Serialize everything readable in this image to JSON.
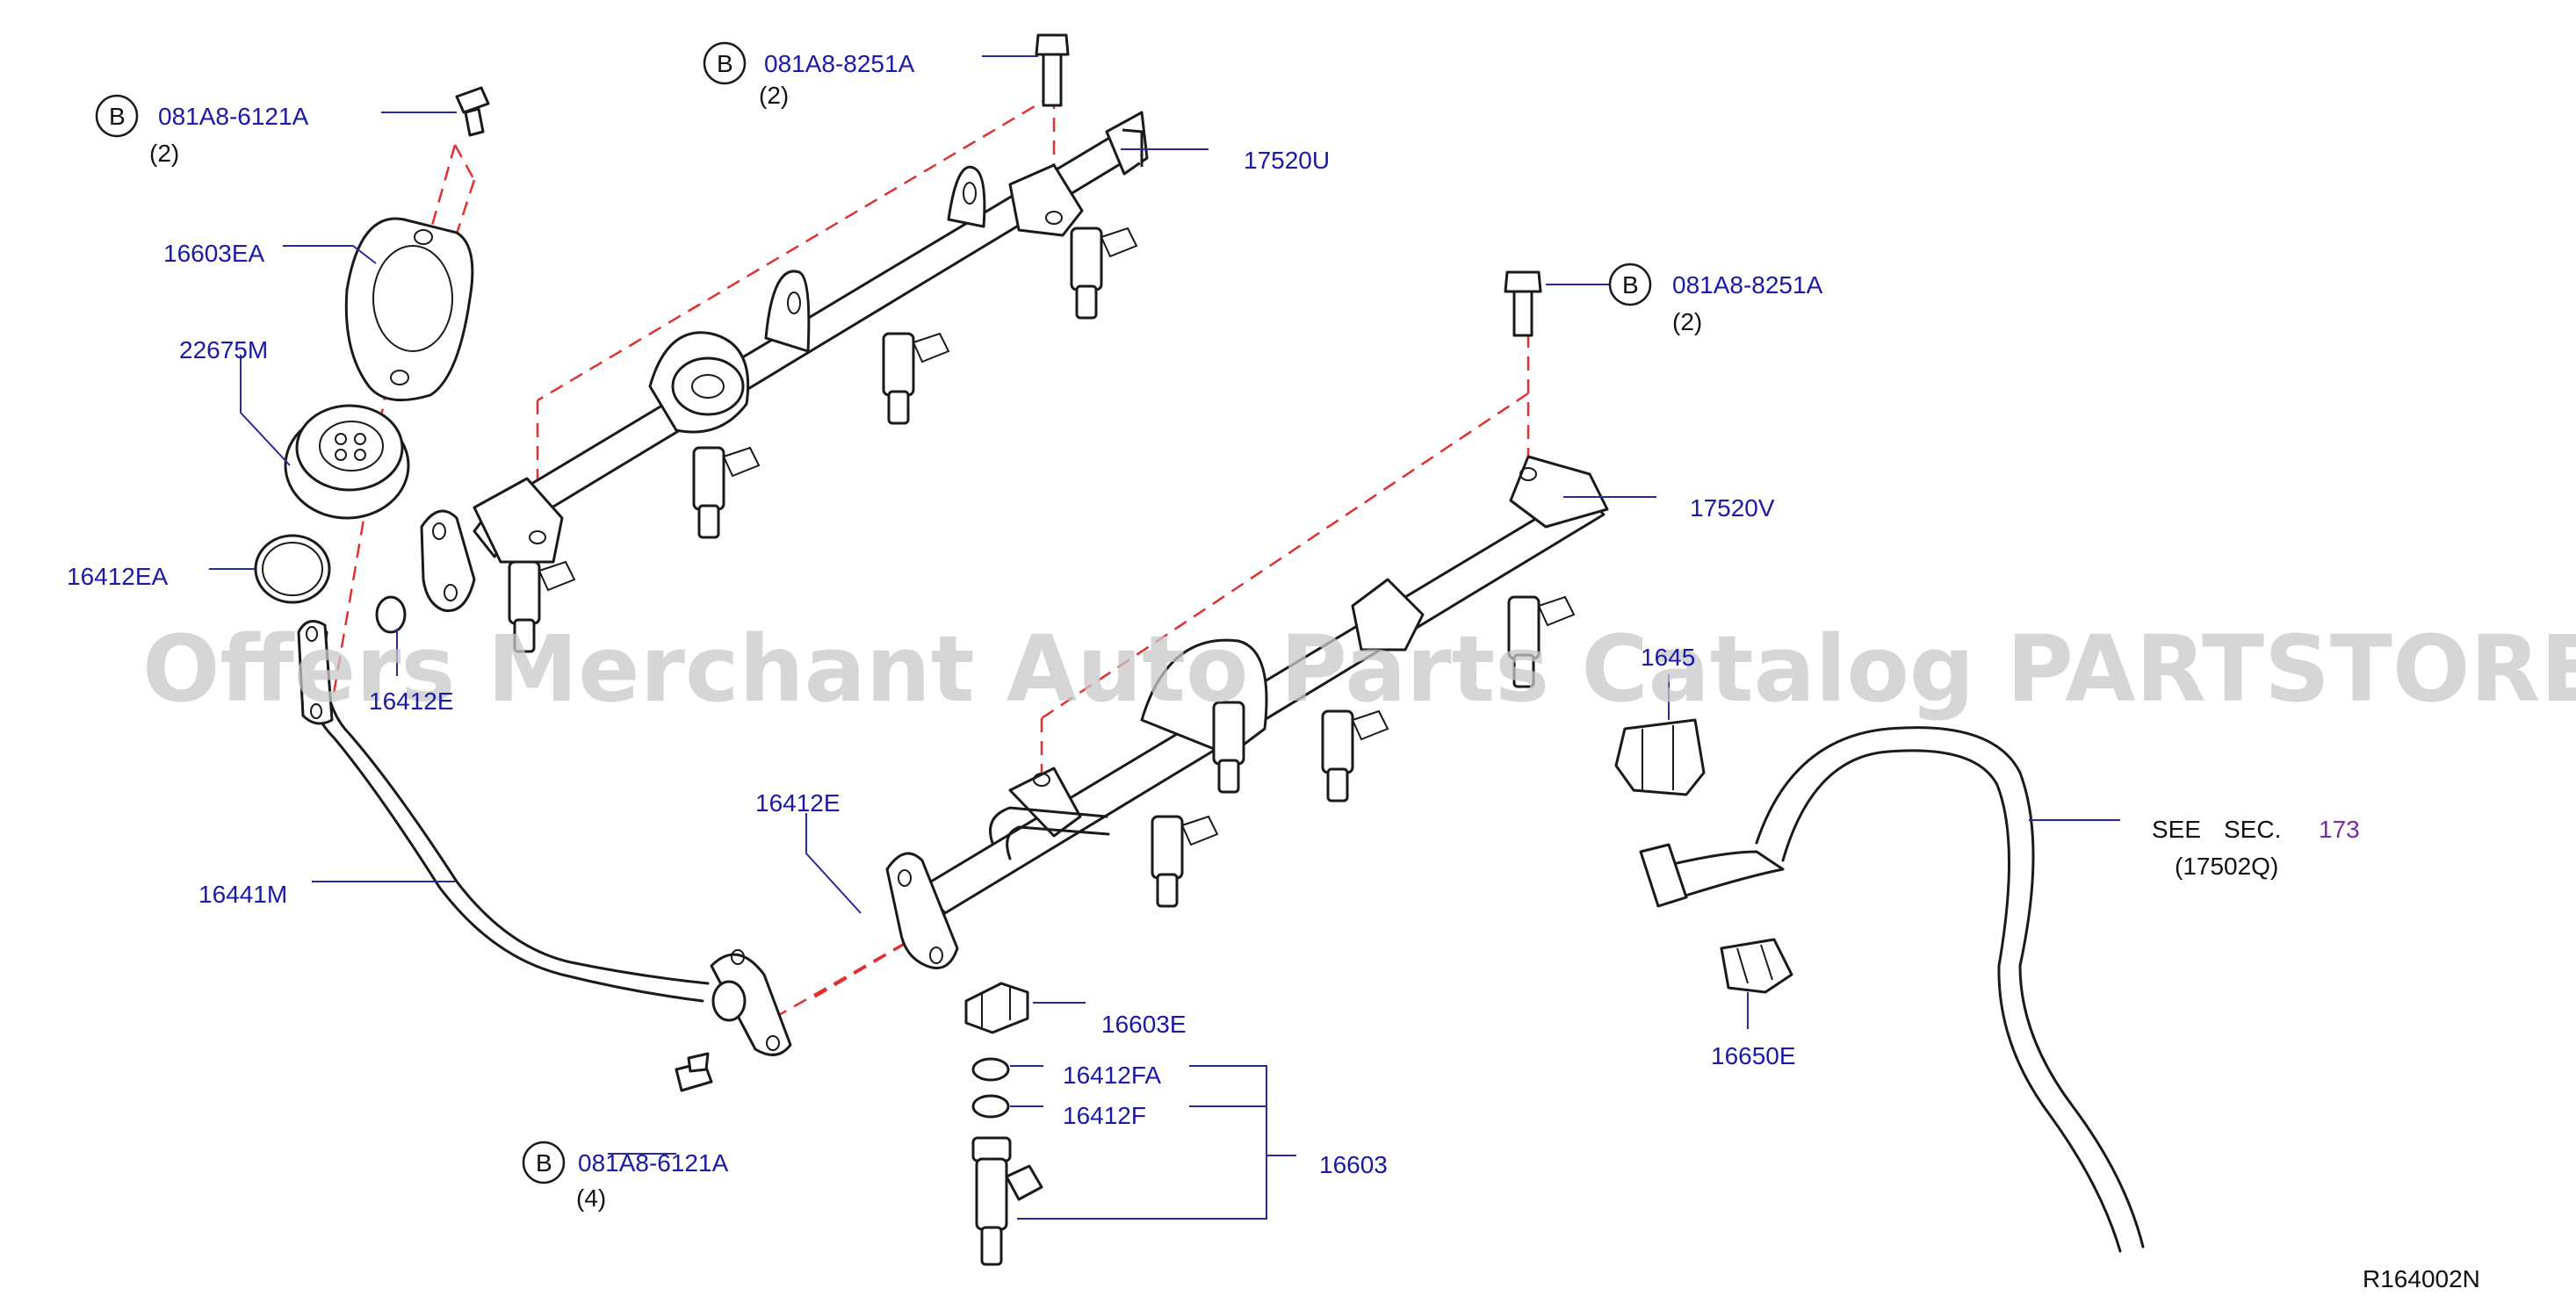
{
  "diagram_id": "R164002N",
  "watermark": "Offers Merchant Auto Parts Catalog PARTSTORE.SA",
  "bolt_symbol": "B",
  "callouts": {
    "bolt_top_left": {
      "part": "081A8-6121A",
      "qty": "(2)"
    },
    "bolt_top_center": {
      "part": "081A8-8251A",
      "qty": "(2)"
    },
    "bolt_right": {
      "part": "081A8-8251A",
      "qty": "(2)"
    },
    "bolt_bottom": {
      "part": "081A8-6121A",
      "qty": "(4)"
    },
    "p_16603EA": "16603EA",
    "p_22675M": "22675M",
    "p_16412EA": "16412EA",
    "p_16412E_left": "16412E",
    "p_16441M": "16441M",
    "p_17520U": "17520U",
    "p_17520V": "17520V",
    "p_1645x": "1645",
    "p_16412E_center": "16412E",
    "p_16603E": "16603E",
    "p_16412FA": "16412FA",
    "p_16412F": "16412F",
    "p_16603": "16603",
    "p_16650E": "16650E",
    "see_sec": {
      "see": "SEE",
      "sec": "SEC.",
      "num": "173",
      "ref": "(17502Q)"
    }
  },
  "colors": {
    "label": "#1a1aa8",
    "leader": "#2a2a9a",
    "dash": "#e03030",
    "linework": "#1a1a1a",
    "watermark": "#c8c8c8"
  }
}
